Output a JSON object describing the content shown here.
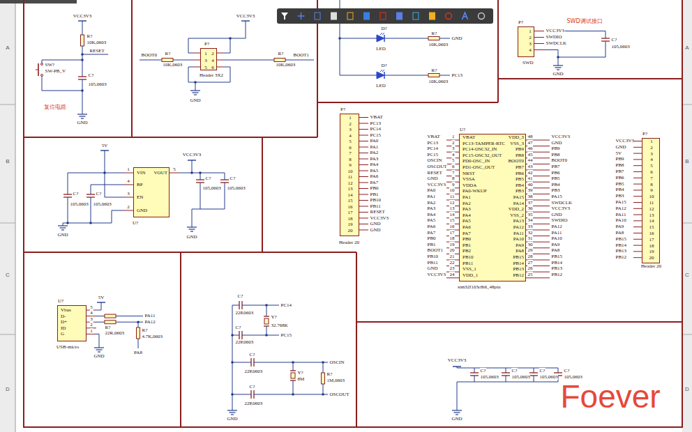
{
  "diagram": {
    "nodes": [
      {
        "text": [
          "P?",
          "1",
          "2",
          "3",
          "4",
          "5",
          "6",
          "Header 3X2"
        ]
      },
      {
        "text": [
          "P?",
          "1",
          "2",
          "3",
          "4",
          "SWD"
        ]
      },
      {
        "text": [
          "VIN",
          "VOUT",
          "BP",
          "EN",
          "GND",
          "U?"
        ]
      },
      {
        "text": [
          "P?",
          "1",
          "2",
          "3",
          "4",
          "5",
          "6",
          "7",
          "8",
          "9",
          "10",
          "11",
          "12",
          "13",
          "14",
          "15",
          "16",
          "17",
          "18",
          "19",
          "20",
          "Header 20"
        ]
      },
      {
        "text": [
          "U?",
          "VBAT",
          "PC13-TAMPER-RTC",
          "PC14-OSC32_IN",
          "PC15-OSC32_OUT",
          "PD0-OSC_IN",
          "PD1-OSC_OUT",
          "NRST",
          "VSSA",
          "VDDA",
          "PA0-WKUP",
          "PA1",
          "PA2",
          "PA3",
          "PA4",
          "PA5",
          "PA6",
          "PA7",
          "PB0",
          "PB1",
          "PB2",
          "PB10",
          "PB11",
          "VSS_1",
          "VDD_1",
          "VDD_3",
          "VSS_3",
          "PB9",
          "PB8",
          "BOOT0",
          "PB7",
          "PB6",
          "PB5",
          "PB4",
          "PB3",
          "PA15",
          "PA14",
          "VDD_2",
          "VSS_2",
          "PA13",
          "PA12",
          "PA11",
          "PA10",
          "PA9",
          "PA8",
          "PB15",
          "PB14",
          "PB13",
          "PB12",
          "stm32f103c8t6_48pin"
        ]
      },
      {
        "text": [
          "P?",
          "1",
          "2",
          "3",
          "4",
          "5",
          "6",
          "7",
          "8",
          "9",
          "10",
          "11",
          "12",
          "13",
          "14",
          "15",
          "16",
          "17",
          "18",
          "19",
          "20",
          "Header 20"
        ]
      },
      {
        "text": [
          "Vbus",
          "D-",
          "D+",
          "ID",
          "G",
          "U?",
          "USB-micro"
        ]
      }
    ],
    "labels": [
      "VCC3V3",
      "R?",
      "10K,0603",
      "RESET",
      "SW?",
      "SW-PB_V",
      "C?",
      "105,0603",
      "GND",
      "复位电路",
      "VCC3V3",
      "BOOT0",
      "R?",
      "10K,0603",
      "R?",
      "10K,0603",
      "BOOT1",
      "GND",
      "D?",
      "LED",
      "R?",
      "10K,0603",
      "GND",
      "D?",
      "LED",
      "R?",
      "10K,0603",
      "PC13",
      "VCC3V3",
      "SWDIO",
      "SWDCLK",
      "SWD调试接口",
      "C?",
      "105,0603",
      "GND",
      "5V",
      "VCC3V3",
      "1",
      "4",
      "3",
      "2",
      "5",
      "C?",
      "105,0603",
      "C?",
      "105,0603",
      "C?",
      "105,0603",
      "C?",
      "105,0603",
      "GND",
      "GND",
      "VBAT",
      "PC13",
      "PC14",
      "PC15",
      "PA0",
      "PA1",
      "PA2",
      "PA3",
      "PA4",
      "PA5",
      "PA6",
      "PA7",
      "PB0",
      "PB1",
      "PB10",
      "PB11",
      "RESET",
      "VCC3V3",
      "GND",
      "GND",
      "VBAT",
      "PC13",
      "PC14",
      "PC15",
      "OSCIN",
      "OSCOUT",
      "RESET",
      "GND",
      "VCC3V3",
      "PA0",
      "PA1",
      "PA2",
      "PA3",
      "PA4",
      "PA5",
      "PA6",
      "PA7",
      "PB0",
      "PB1",
      "BOOT1",
      "PB10",
      "PB11",
      "GND",
      "VCC3V3",
      "1",
      "2",
      "3",
      "4",
      "5",
      "6",
      "7",
      "8",
      "9",
      "10",
      "11",
      "12",
      "13",
      "14",
      "15",
      "16",
      "17",
      "18",
      "19",
      "20",
      "21",
      "22",
      "23",
      "24",
      "48",
      "47",
      "46",
      "45",
      "44",
      "43",
      "42",
      "41",
      "40",
      "39",
      "38",
      "37",
      "36",
      "35",
      "34",
      "33",
      "32",
      "31",
      "30",
      "29",
      "28",
      "27",
      "26",
      "25",
      "VCC3V3",
      "GND",
      "PB9",
      "PB8",
      "BOOT0",
      "PB7",
      "PB6",
      "PB5",
      "PB4",
      "PB3",
      "PA15",
      "SWDCLK",
      "VCC3V3",
      "GND",
      "SWDIO",
      "PA12",
      "PA11",
      "PA10",
      "PA9",
      "PA8",
      "PB15",
      "PB14",
      "PB13",
      "PB12",
      "VCC3V3",
      "GND",
      "5V",
      "PB9",
      "PB8",
      "PB7",
      "PB6",
      "PB5",
      "PB4",
      "PB3",
      "PA15",
      "PA12",
      "PA11",
      "PA10",
      "PA9",
      "PA8",
      "PB15",
      "PB14",
      "PB13",
      "PB12",
      "5",
      "4",
      "3",
      "2",
      "1",
      "5V",
      "R?",
      "22R,0603",
      "PA11",
      "PA12",
      "R?",
      "4.7K,0603",
      "GND",
      "PA8",
      "C?",
      "22P,0603",
      "PC14",
      "Y?",
      "32.768K",
      "PC15",
      "C?",
      "22P,0603",
      "C?",
      "22P,0603",
      "OSCIN",
      "Y?",
      "8M",
      "R?",
      "1M,0603",
      "OSCOUT",
      "C?",
      "22P,0603",
      "GND",
      "VCC3V3",
      "C?",
      "105,0603",
      "C?",
      "105,0603",
      "C?",
      "105,0603",
      "C?",
      "105,0603",
      "GND",
      "A",
      "B",
      "C",
      "D",
      "A",
      "B",
      "C",
      "D",
      "Foever"
    ]
  }
}
